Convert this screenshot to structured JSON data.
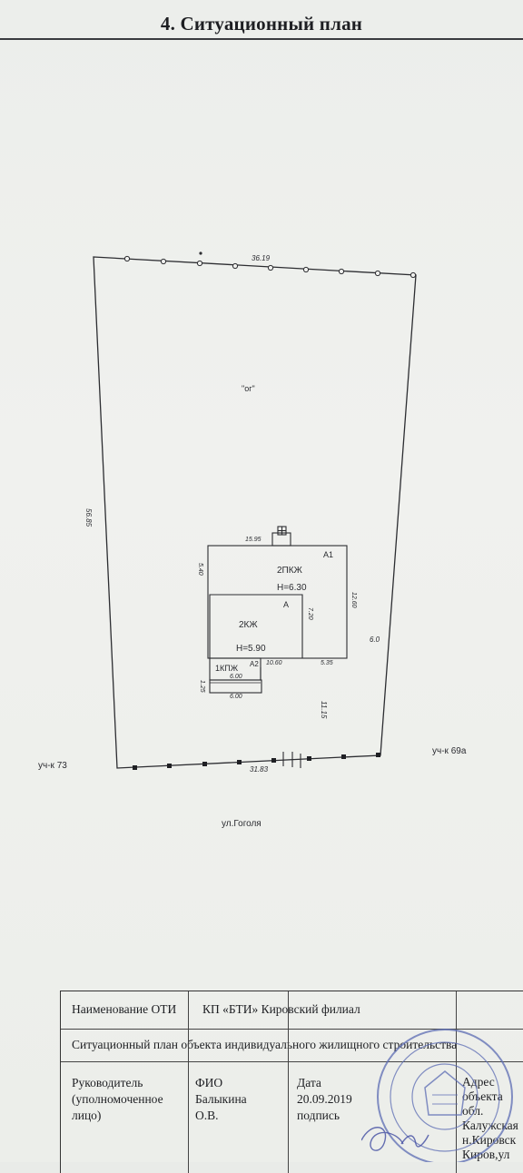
{
  "header": {
    "title": "4. Ситуационный план"
  },
  "plan": {
    "top_dimension": "36.19",
    "left_dimension": "56.85",
    "bottom_dimension": "31.83",
    "right_offset": "6.0",
    "lower_offset": "11.15",
    "yard_label": "\"ог\"",
    "neighbor_left": "уч-к 73",
    "neighbor_right": "уч-к 69а",
    "street": "ул.Гоголя",
    "building": {
      "a1_label": "А1",
      "a_label": "А",
      "a2_label": "А2",
      "upper_label": "2ПКЖ",
      "upper_height": "Н=6.30",
      "middle_label": "2КЖ",
      "middle_height": "Н=5.90",
      "lower_label": "1КПЖ",
      "dim_top": "15.95",
      "dim_left": "5.40",
      "dim_right": "12.60",
      "dim_inner": "7.20",
      "dim_mid": "10.60",
      "dim_right_bottom": "5.35",
      "dim_small_left": "1.25",
      "dim_a2_width": "6.00",
      "dim_bottom": "6.00"
    }
  },
  "info_table": {
    "row1": {
      "label": "Наименование ОТИ",
      "value": "КП «БТИ» Кировский филиал"
    },
    "row2": {
      "text": "Ситуационный план объекта индивидуального жилищного строительства"
    },
    "col1": {
      "line1": "Руководитель",
      "line2": "(уполномоченное",
      "line3": "лицо)"
    },
    "col2": {
      "line1": "ФИО",
      "line2": "Балыкина",
      "line3": "О.В."
    },
    "col3": {
      "line1": "Дата",
      "line2": "20.09.2019",
      "line3": "подпись"
    },
    "col4": {
      "line1": "Адрес",
      "line2": "объекта",
      "line3": "обл.",
      "line4": "Калужская",
      "line5": "н.Кировск",
      "line6": "Киров,ул"
    }
  }
}
